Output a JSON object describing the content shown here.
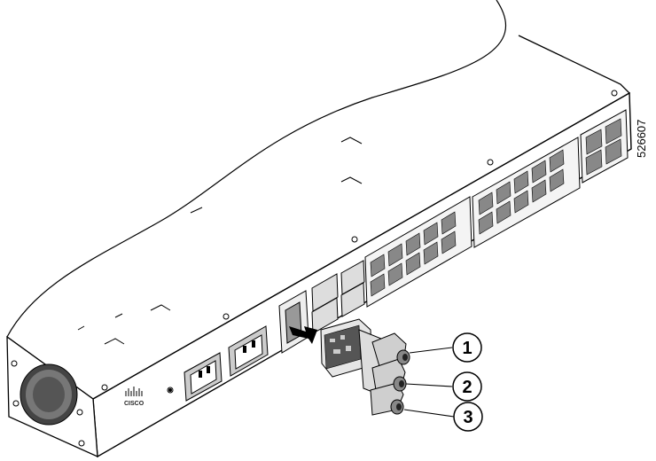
{
  "figure_id": "526607",
  "callouts": [
    {
      "label": "1"
    },
    {
      "label": "2"
    },
    {
      "label": "3"
    }
  ],
  "brand": "CISCO"
}
